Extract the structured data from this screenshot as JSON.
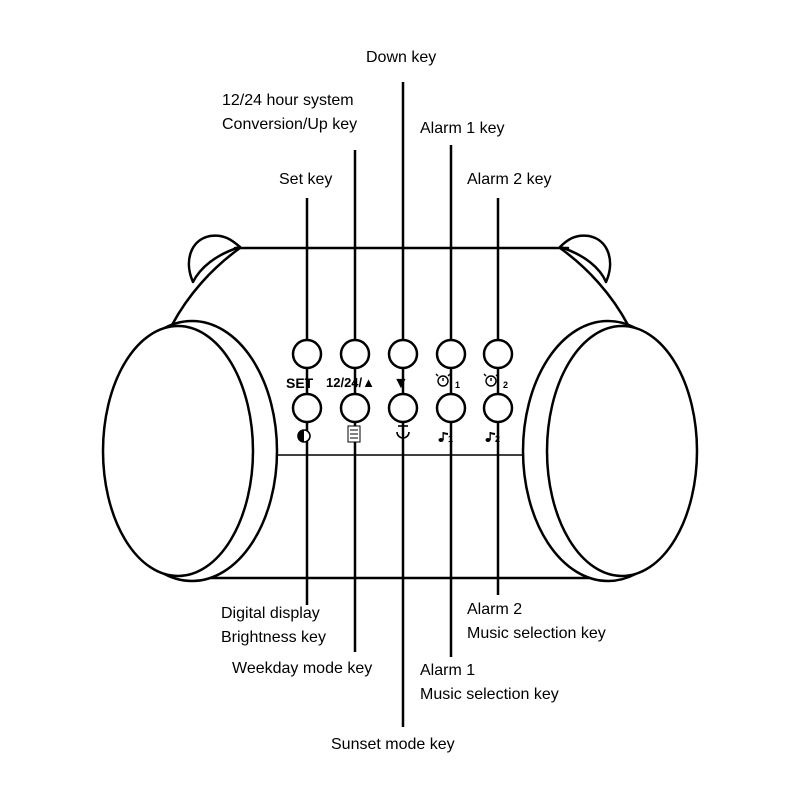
{
  "callouts": {
    "down_key": "Down key",
    "up_key": [
      "12/24 hour system",
      "Conversion/Up key"
    ],
    "alarm1_key": "Alarm 1 key",
    "set_key": "Set key",
    "alarm2_key": "Alarm 2 key",
    "brightness_key": [
      "Digital display",
      "Brightness key"
    ],
    "weekday_key": "Weekday mode key",
    "alarm2_music": [
      "Alarm 2",
      "Music selection key"
    ],
    "alarm1_music": [
      "Alarm 1",
      "Music selection key"
    ],
    "sunset_key": "Sunset mode key"
  },
  "panel": {
    "set_label": "SET",
    "hour_label": "12/24/▲",
    "down_symbol": "▼",
    "alarm1_sub": "1",
    "alarm2_sub": "2"
  },
  "colors": {
    "ink": "#000000",
    "background": "#ffffff"
  },
  "icons": [
    "brightness-icon",
    "weekday-icon",
    "sunset-icon",
    "alarm-clock-icon",
    "music-note-icon"
  ]
}
